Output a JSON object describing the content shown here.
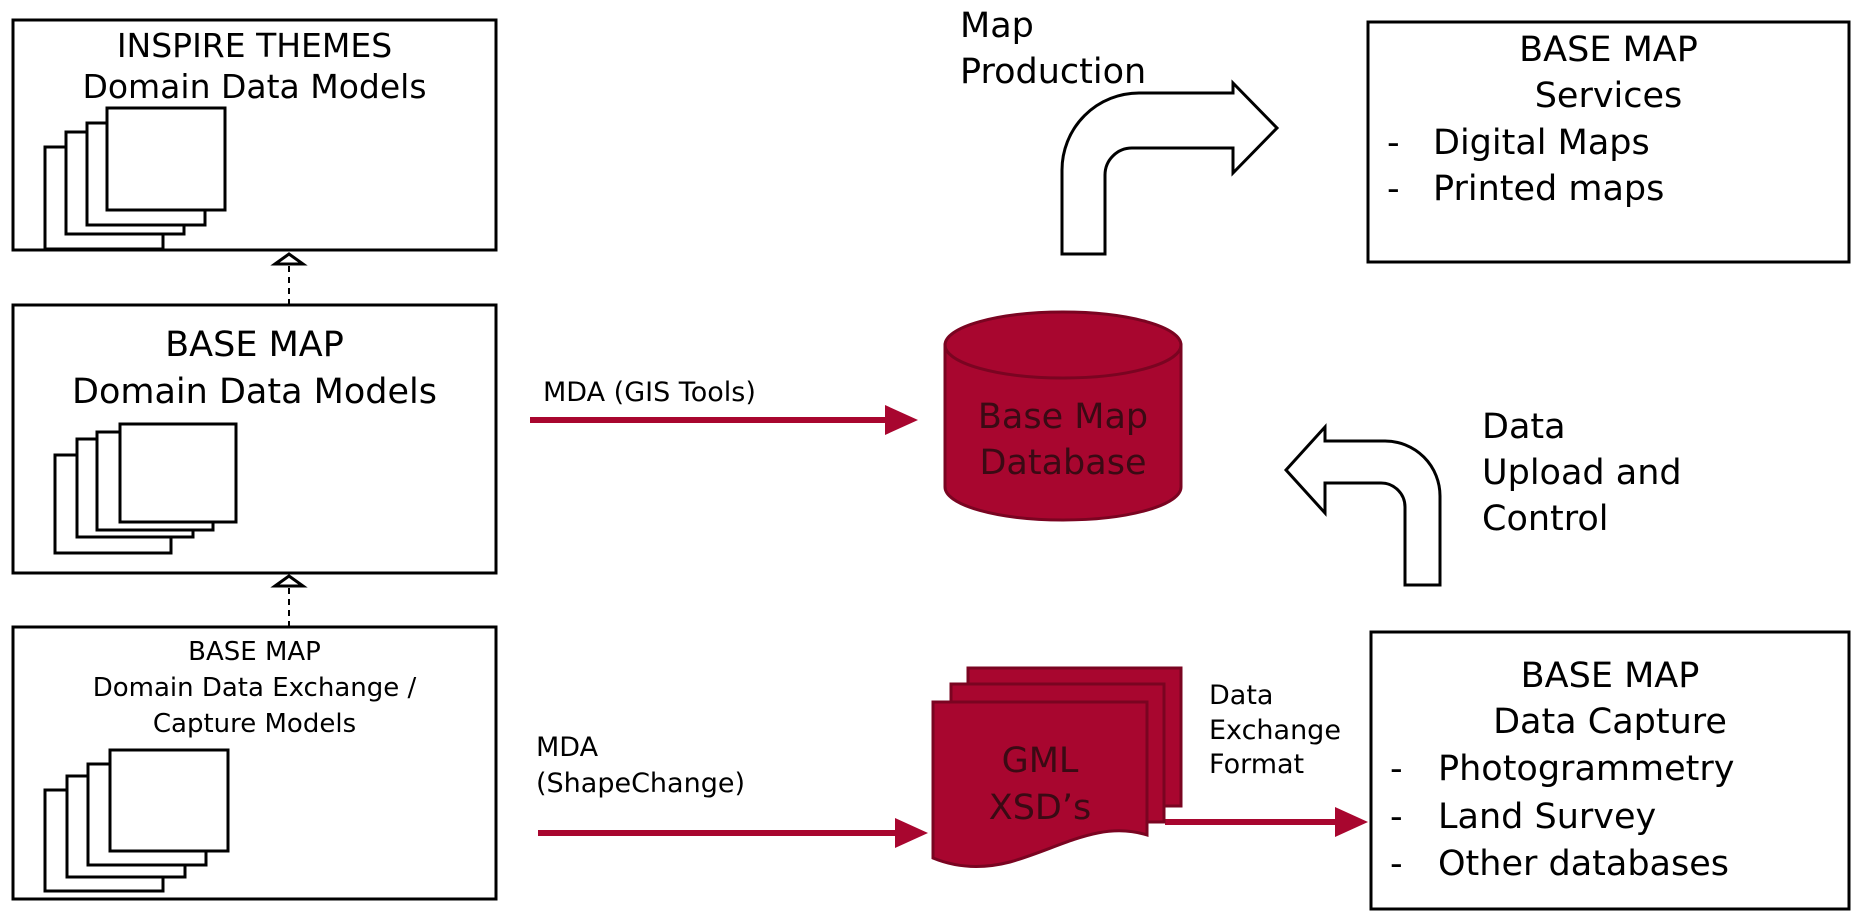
{
  "colors": {
    "accent": "#A8062F",
    "stroke": "#000000"
  },
  "inspire_box": {
    "line1": "INSPIRE THEMES",
    "line2": "Domain Data Models"
  },
  "basemap_models_box": {
    "line1": "BASE MAP",
    "line2": "Domain Data Models"
  },
  "exchange_box": {
    "line1": "BASE MAP",
    "line2": "Domain Data Exchange /",
    "line3": "Capture Models"
  },
  "arrow_labels": {
    "mda_gis": "MDA (GIS Tools)",
    "mda_shape_1": "MDA",
    "mda_shape_2": "(ShapeChange)",
    "data_exchange_1": "Data",
    "data_exchange_2": "Exchange",
    "data_exchange_3": "Format"
  },
  "database": {
    "line1": "Base Map",
    "line2": "Database"
  },
  "gml": {
    "line1": "GML",
    "line2": "XSD’s"
  },
  "map_production": {
    "line1": "Map",
    "line2": "Production"
  },
  "data_upload": {
    "line1": "Data",
    "line2": "Upload and",
    "line3": "Control"
  },
  "services_box": {
    "line1": "BASE MAP",
    "line2": "Services",
    "items": [
      "Digital Maps",
      "Printed maps"
    ]
  },
  "capture_box": {
    "line1": "BASE MAP",
    "line2": "Data Capture",
    "items": [
      "Photogrammetry",
      "Land Survey",
      "Other databases"
    ]
  },
  "bullet": "-"
}
